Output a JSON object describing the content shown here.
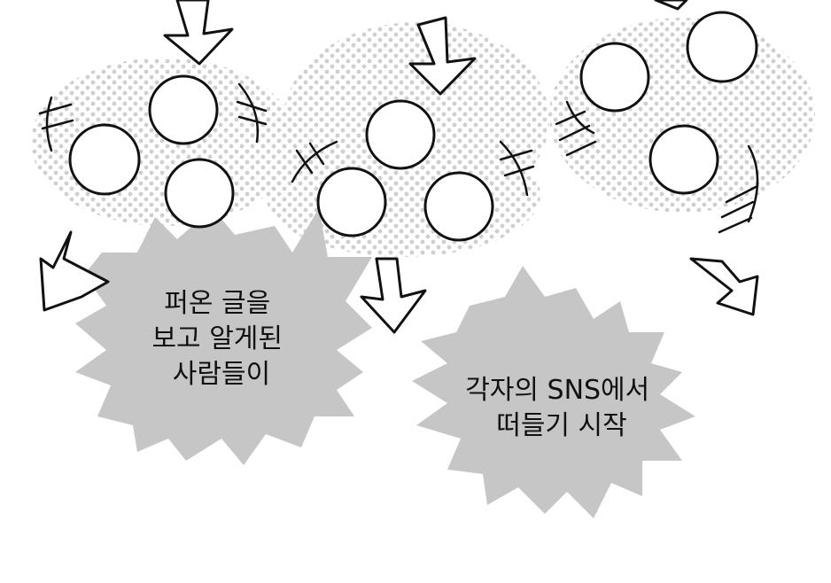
{
  "colors": {
    "background": "#ffffff",
    "ink": "#111111",
    "burst_fill": "#c6c6c6",
    "halftone_dot": "#cfcfcf"
  },
  "captions": {
    "left": {
      "lines": [
        "퍼온 글을",
        "보고 알게된",
        "사람들이"
      ]
    },
    "right": {
      "lines": [
        "각자의 SNS에서",
        "떠들기 시작"
      ]
    }
  },
  "icons": [
    "down-arrow-icon",
    "person-circle-icon",
    "speed-line-icon",
    "burst-bubble-icon"
  ]
}
